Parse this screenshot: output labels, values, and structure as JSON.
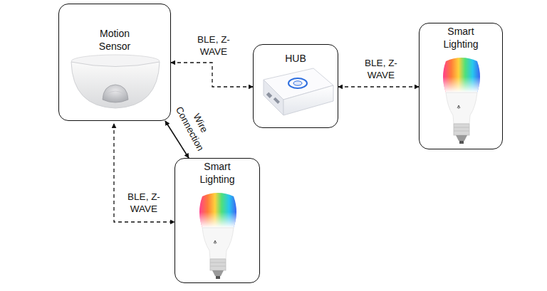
{
  "diagram": {
    "nodes": [
      {
        "text": [
          "Motion Sensor"
        ]
      },
      {
        "text": [
          "HUB"
        ]
      },
      {
        "text": [
          "Smart Lighting"
        ]
      },
      {
        "text": [
          "Smart Lighting"
        ]
      }
    ],
    "edges": [
      {
        "from": 0,
        "to": 1,
        "label": "BLE, Z-WAVE",
        "arrow": "both"
      },
      {
        "from": 1,
        "to": 2,
        "label": "BLE, Z-WAVE",
        "arrow": "both"
      },
      {
        "from": 0,
        "to": 3,
        "label": "Wire Connection",
        "arrow": "both"
      },
      {
        "from": 0,
        "to": 3,
        "label": "BLE, Z-WAVE",
        "arrow": "both"
      }
    ]
  }
}
